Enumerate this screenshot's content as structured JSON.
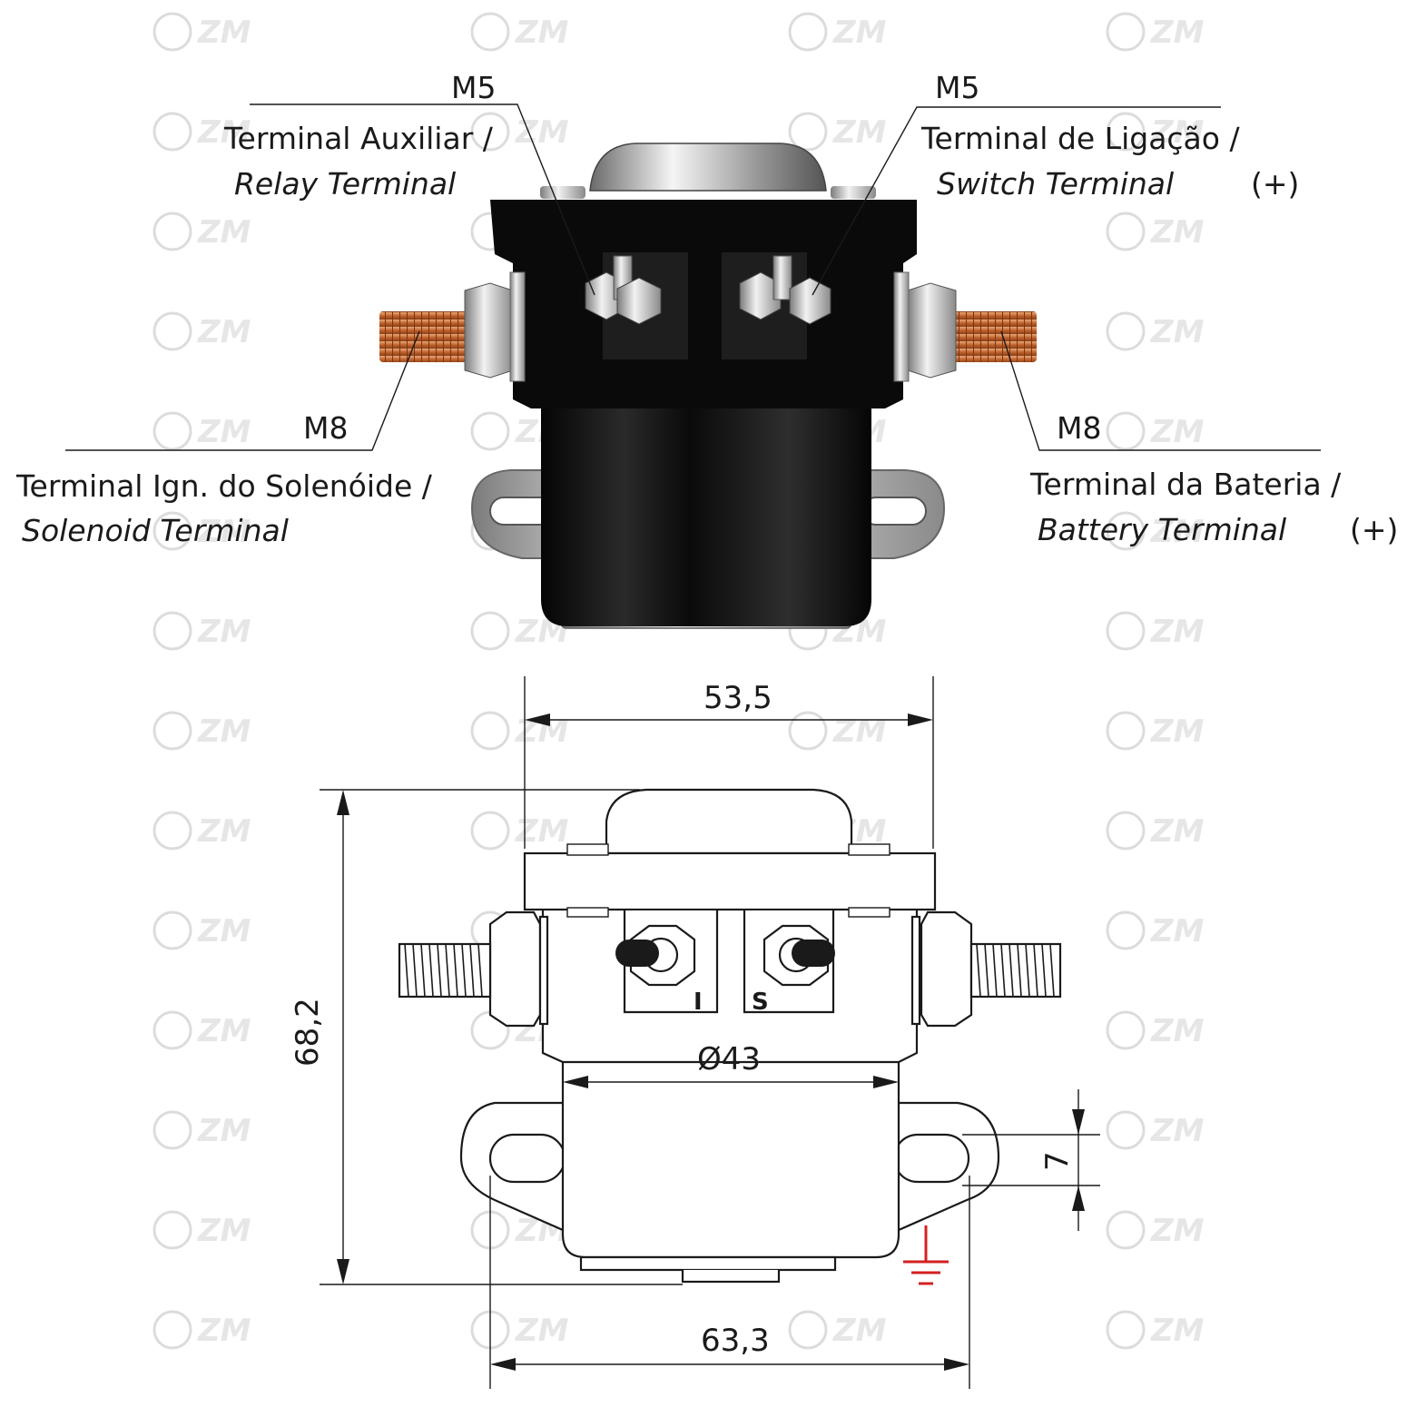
{
  "watermark": {
    "text": "ZM",
    "logo_text": "Z/M"
  },
  "labels": {
    "relay_thread": "M5",
    "relay_pt": "Terminal Auxiliar /",
    "relay_en": "Relay Terminal",
    "switch_thread": "M5",
    "switch_pt": "Terminal de Ligação /",
    "switch_en": "Switch Terminal",
    "switch_polarity": "(+)",
    "solenoid_thread": "M8",
    "solenoid_pt": "Terminal Ign. do Solenóide /",
    "solenoid_en": "Solenoid Terminal",
    "battery_thread": "M8",
    "battery_pt": "Terminal da Bateria /",
    "battery_en": "Battery Terminal",
    "battery_polarity": "(+)"
  },
  "drawing": {
    "width_top": "53,5",
    "height": "68,2",
    "diameter": "Ø43",
    "hole": "7",
    "width_base": "63,3",
    "terminal_i": "I",
    "terminal_s": "S"
  },
  "colors": {
    "body": "#0d0d0d",
    "copper": "#c8713c",
    "metal": "#c9c9c9",
    "ground": "#d42020",
    "watermark": "#dcdcdc"
  }
}
